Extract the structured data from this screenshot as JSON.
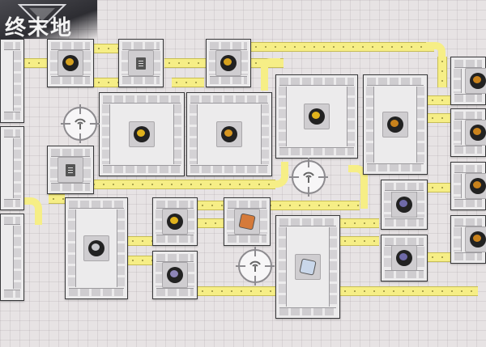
{
  "game": {
    "logo_text": "终末地",
    "accent_belt": "#f6ee86",
    "machine_frame": "#38383a",
    "grid_background": "#e7e3e4"
  },
  "machines": [
    {
      "id": "storage-left-top",
      "kind": "storage-column",
      "item": null
    },
    {
      "id": "storage-left-mid",
      "kind": "storage-column",
      "item": null
    },
    {
      "id": "storage-left-bottom",
      "kind": "storage-column",
      "item": null
    },
    {
      "id": "crusher-1",
      "kind": "small",
      "item": {
        "icon": "amber-ore-icon",
        "color": "#d6a21f"
      }
    },
    {
      "id": "depot-1",
      "kind": "small",
      "item": {
        "icon": "document-icon"
      }
    },
    {
      "id": "crusher-2",
      "kind": "small",
      "item": {
        "icon": "amber-ore-icon",
        "color": "#d6a21f"
      }
    },
    {
      "id": "refinery-1",
      "kind": "large",
      "item": {
        "icon": "amber-ore-icon",
        "color": "#e0b21c"
      }
    },
    {
      "id": "refinery-2",
      "kind": "large",
      "item": {
        "icon": "amber-ore-icon",
        "color": "#d79620"
      }
    },
    {
      "id": "refinery-3",
      "kind": "large",
      "item": {
        "icon": "amber-ore-icon",
        "color": "#e0b21c"
      }
    },
    {
      "id": "refinery-4",
      "kind": "tall",
      "item": {
        "icon": "amber-ore-icon",
        "color": "#c9821c"
      }
    },
    {
      "id": "depot-2",
      "kind": "small",
      "item": {
        "icon": "document-icon"
      }
    },
    {
      "id": "assembler-1",
      "kind": "tall",
      "item": {
        "icon": "silver-ore-icon",
        "color": "#c8c8cc"
      }
    },
    {
      "id": "crusher-3",
      "kind": "small",
      "item": {
        "icon": "amber-ore-icon",
        "color": "#e0b21c"
      }
    },
    {
      "id": "crusher-4",
      "kind": "small",
      "item": {
        "icon": "purple-ore-icon",
        "color": "#8e86b8"
      }
    },
    {
      "id": "fabricator-1",
      "kind": "small",
      "item": {
        "icon": "copper-block-icon",
        "color": "#d57a3a"
      }
    },
    {
      "id": "assembler-2",
      "kind": "tall",
      "item": {
        "icon": "crystal-cube-icon",
        "color": "#c9d7ea"
      }
    },
    {
      "id": "grinder-1",
      "kind": "small",
      "item": {
        "icon": "violet-ore-icon",
        "color": "#6f6aa8"
      }
    },
    {
      "id": "grinder-2",
      "kind": "small",
      "item": {
        "icon": "violet-ore-icon",
        "color": "#6f6aa8"
      }
    },
    {
      "id": "output-right-1",
      "kind": "edge",
      "item": {
        "icon": "amber-ore-icon",
        "color": "#c9821c"
      }
    },
    {
      "id": "output-right-2",
      "kind": "edge",
      "item": {
        "icon": "amber-ore-icon",
        "color": "#c9821c"
      }
    },
    {
      "id": "output-right-3",
      "kind": "edge",
      "item": {
        "icon": "amber-ore-icon",
        "color": "#c9821c"
      }
    },
    {
      "id": "output-right-4",
      "kind": "edge",
      "item": {
        "icon": "amber-ore-icon",
        "color": "#c9821c"
      }
    }
  ],
  "pylons": [
    {
      "id": "relay-pylon-1",
      "icon": "power-relay-icon"
    },
    {
      "id": "relay-pylon-2",
      "icon": "power-relay-icon"
    },
    {
      "id": "relay-pylon-3",
      "icon": "power-relay-icon"
    }
  ]
}
